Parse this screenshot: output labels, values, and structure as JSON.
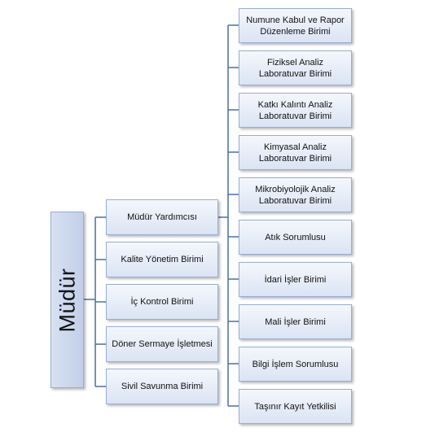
{
  "root": {
    "label": "Müdür"
  },
  "middle": [
    "Müdür Yardımcısı",
    "Kalite Yönetim Birimi",
    "İç Kontrol Birimi",
    "Döner Sermaye İşletmesi",
    "Sivil Savunma Birimi"
  ],
  "right": [
    "Numune Kabul ve Rapor\nDüzenleme Birimi",
    "Fiziksel Analiz\nLaboratuvar Birimi",
    "Katkı Kalıntı Analiz\nLaboratuvar Birimi",
    "Kimyasal Analiz\nLaboratuvar Birimi",
    "Mikrobiyolojik Analiz\nLaboratuvar Birimi",
    "Atık Sorumlusu",
    "İdari İşler Birimi",
    "Mali İşler Birimi",
    "Bilgi İşlem Sorumlusu",
    "Taşınır Kayıt Yetkilisi"
  ],
  "colors": {
    "box_border": "#97add4",
    "box_fill": "#dbe4f4",
    "root_fill": "#c9d5ec",
    "connector": "#4a6fa5"
  }
}
